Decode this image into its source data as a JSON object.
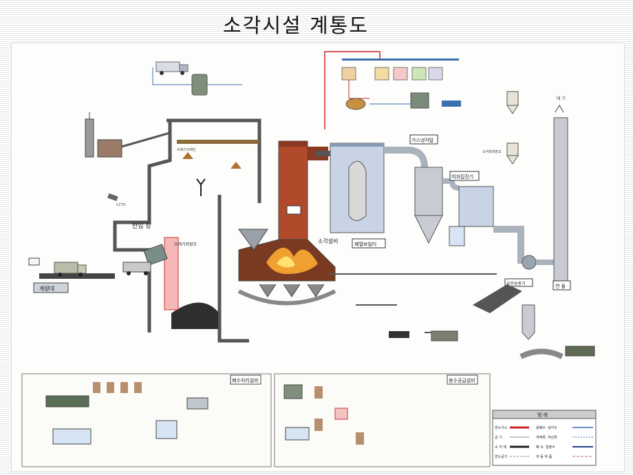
{
  "title": "소각시설 계통도",
  "labels": {
    "incineration_equipment": "소각설비",
    "gas_cooler": "가스냉각탑",
    "bag_filter": "여과집진기",
    "waste_heat_boiler": "폐열보일러",
    "stack": "연 돌",
    "weighbridge": "계량대",
    "bunker": "반입 장",
    "waste_pit": "쓰레기저장조",
    "lime_silo": "소석회저장조",
    "induced_fan": "유인송풍기",
    "atmosphere": "대 기",
    "cctv": "CCTV",
    "wastewater_panel": "폐수처리설비",
    "water_supply_panel": "용수공급설비",
    "legend_title": "범 례"
  },
  "legend": [
    {
      "left": "연소가스",
      "right": "용폐수, 냉각수"
    },
    {
      "left": "공 기",
      "right": "약액류, 약산류"
    },
    {
      "left": "소 각 재",
      "right": "폐 수, 침출수"
    },
    {
      "left": "연소공기",
      "right": "자 동 약 품"
    }
  ],
  "colors": {
    "structure": "#555555",
    "gas_line": "#cc2222",
    "water_line": "#3a6fb0",
    "furnace": "#b04a2a",
    "flame": "#f0a030",
    "silver": "#c8ccd2",
    "blue_fill": "#d6e4f3"
  }
}
